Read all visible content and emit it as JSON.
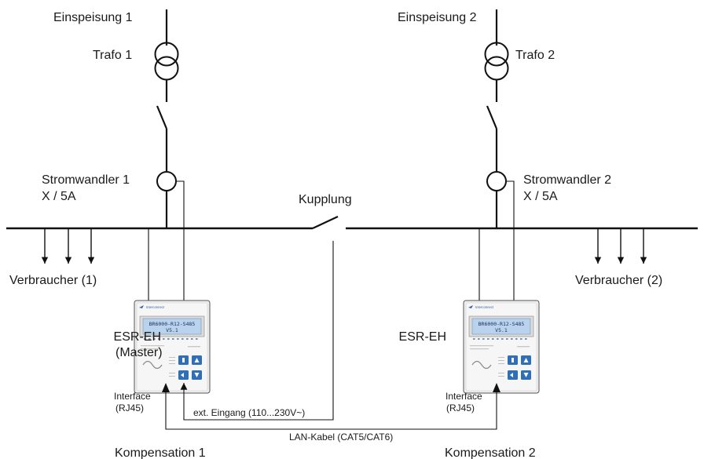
{
  "feeds": [
    {
      "label": "Einspeisung 1",
      "transformer": "Trafo 1",
      "ct_label_1": "Stromwandler 1",
      "ct_label_2": "X / 5A",
      "consumers": "Verbraucher (1)"
    },
    {
      "label": "Einspeisung 2",
      "transformer": "Trafo 2",
      "ct_label_1": "Stromwandler 2",
      "ct_label_2": "X / 5A",
      "consumers": "Verbraucher (2)"
    }
  ],
  "coupling": "Kupplung",
  "controllers": [
    {
      "name_1": "ESR-EH",
      "name_2": "(Master)",
      "interface_1": "Interface",
      "interface_2": "(RJ45)",
      "group": "Kompensation 1"
    },
    {
      "name_1": "ESR-EH",
      "name_2": "",
      "interface_1": "Interface",
      "interface_2": "(RJ45)",
      "group": "Kompensation 2"
    }
  ],
  "device_display": {
    "line_1": "BR6000-R12-S485",
    "line_2": "V5.1"
  },
  "ext_input": "ext. Eingang (110...230V~)",
  "lan_cable": "LAN-Kabel (CAT5/CAT6)",
  "colors": {
    "line": "#111111",
    "device_body": "#eeeeee",
    "lcd": "#b9d3ee",
    "buttons": "#2f6fb8"
  }
}
